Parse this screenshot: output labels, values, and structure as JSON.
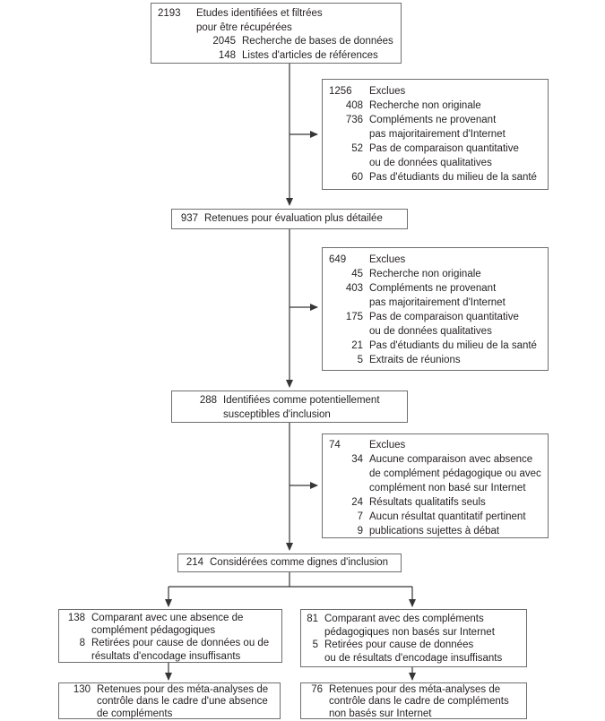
{
  "colors": {
    "background": "#ffffff",
    "box_border": "#6e6e6e",
    "text": "#231f20",
    "connector": "#363636"
  },
  "diagram": {
    "boxes": {
      "identified": {
        "rows": [
          {
            "num": "2193",
            "text": "Etudes identifiées et filtrées\npour être récupérées",
            "level": 0
          },
          {
            "num": "2045",
            "text": "Recherche de bases de données",
            "level": 1
          },
          {
            "num": "148",
            "text": "Listes d'articles de références",
            "level": 1
          }
        ]
      },
      "excluded_first": {
        "rows": [
          {
            "num": "1256",
            "text": "Exclues",
            "level": 0
          },
          {
            "num": "408",
            "text": "Recherche non originale",
            "level": 1
          },
          {
            "num": "736",
            "text": "Compléments ne provenant\npas majoritairement d'Internet",
            "level": 1
          },
          {
            "num": "52",
            "text": "Pas de comparaison quantitative\nou de données qualitatives",
            "level": 1
          },
          {
            "num": "60",
            "text": "Pas d'étudiants du milieu de la santé",
            "level": 1
          }
        ]
      },
      "retained_evaluation": {
        "rows": [
          {
            "num": "937",
            "text": "Retenues pour évaluation plus détailée",
            "level": 0
          }
        ]
      },
      "excluded_second": {
        "rows": [
          {
            "num": "649",
            "text": "Exclues",
            "level": 0
          },
          {
            "num": "45",
            "text": "Recherche non originale",
            "level": 1
          },
          {
            "num": "403",
            "text": "Compléments ne provenant\npas majoritairement d'Internet",
            "level": 1
          },
          {
            "num": "175",
            "text": "Pas de comparaison quantitative\nou de données qualitatives",
            "level": 1
          },
          {
            "num": "21",
            "text": "Pas d'étudiants du milieu de la santé",
            "level": 1
          },
          {
            "num": "5",
            "text": "Extraits de réunions",
            "level": 1
          }
        ]
      },
      "potentially_includable": {
        "rows": [
          {
            "num": "288",
            "text": "Identifiées comme potentiellement\nsusceptibles d'inclusion",
            "level": 0
          }
        ]
      },
      "excluded_third": {
        "rows": [
          {
            "num": "74",
            "text": "Exclues",
            "level": 0
          },
          {
            "num": "34",
            "text": "Aucune comparaison avec absence\nde complément pédagogique ou avec\ncomplément non basé sur Internet",
            "level": 1
          },
          {
            "num": "24",
            "text": "Résultats qualitatifs seuls",
            "level": 1
          },
          {
            "num": "7",
            "text": "Aucun résultat quantitatif pertinent",
            "level": 1
          },
          {
            "num": "9",
            "text": "publications sujettes à débat",
            "level": 1
          }
        ]
      },
      "worthy_inclusion": {
        "rows": [
          {
            "num": "214",
            "text": "Considérées comme dignes d'inclusion",
            "level": 0
          }
        ]
      },
      "vs_no_supplement": {
        "rows": [
          {
            "num": "138",
            "text": "Comparant avec une absence de\ncomplément pédagogiques",
            "level": 0
          },
          {
            "num": "8",
            "text": "Retirées pour cause de données ou de\nrésultats d'encodage insuffisants",
            "level": 0
          }
        ]
      },
      "vs_non_internet": {
        "rows": [
          {
            "num": "81",
            "text": "Comparant avec des compléments\npédagogiques non basés sur Internet",
            "level": 0
          },
          {
            "num": "5",
            "text": "Retirées pour cause de données\nou de résultats d'encodage insuffisants",
            "level": 0
          }
        ]
      },
      "meta_no_supplement": {
        "rows": [
          {
            "num": "130",
            "text": "Retenues pour des méta-analyses de\ncontrôle dans le cadre d'une absence\nde compléments",
            "level": 0
          }
        ]
      },
      "meta_non_internet": {
        "rows": [
          {
            "num": "76",
            "text": "Retenues pour des méta-analyses de\ncontrôle dans le cadre de compléments\nnon basés sur Internet",
            "level": 0
          }
        ]
      }
    }
  }
}
